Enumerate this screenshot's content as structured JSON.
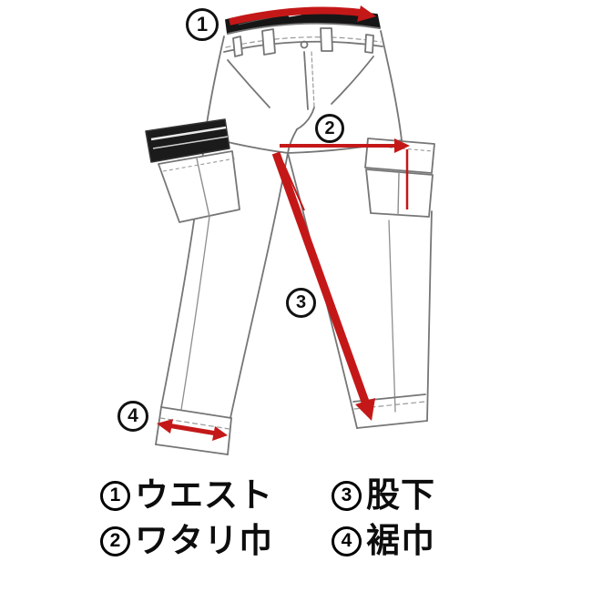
{
  "diagram": {
    "title_semantic": "pants measurement guide",
    "markers": [
      {
        "number": "1",
        "measures": "waist"
      },
      {
        "number": "2",
        "measures": "thigh-width"
      },
      {
        "number": "3",
        "measures": "inseam"
      },
      {
        "number": "4",
        "measures": "hem-width"
      }
    ],
    "colors": {
      "arrow_red": "#c41818",
      "outline_gray": "#767676",
      "dark_fill": "#161616",
      "background": "#ffffff"
    }
  },
  "legend": {
    "col1": [
      {
        "number": "1",
        "label": "ウエスト"
      },
      {
        "number": "2",
        "label": "ワタリ巾"
      }
    ],
    "col2": [
      {
        "number": "3",
        "label": "股下"
      },
      {
        "number": "4",
        "label": "裾巾"
      }
    ]
  }
}
